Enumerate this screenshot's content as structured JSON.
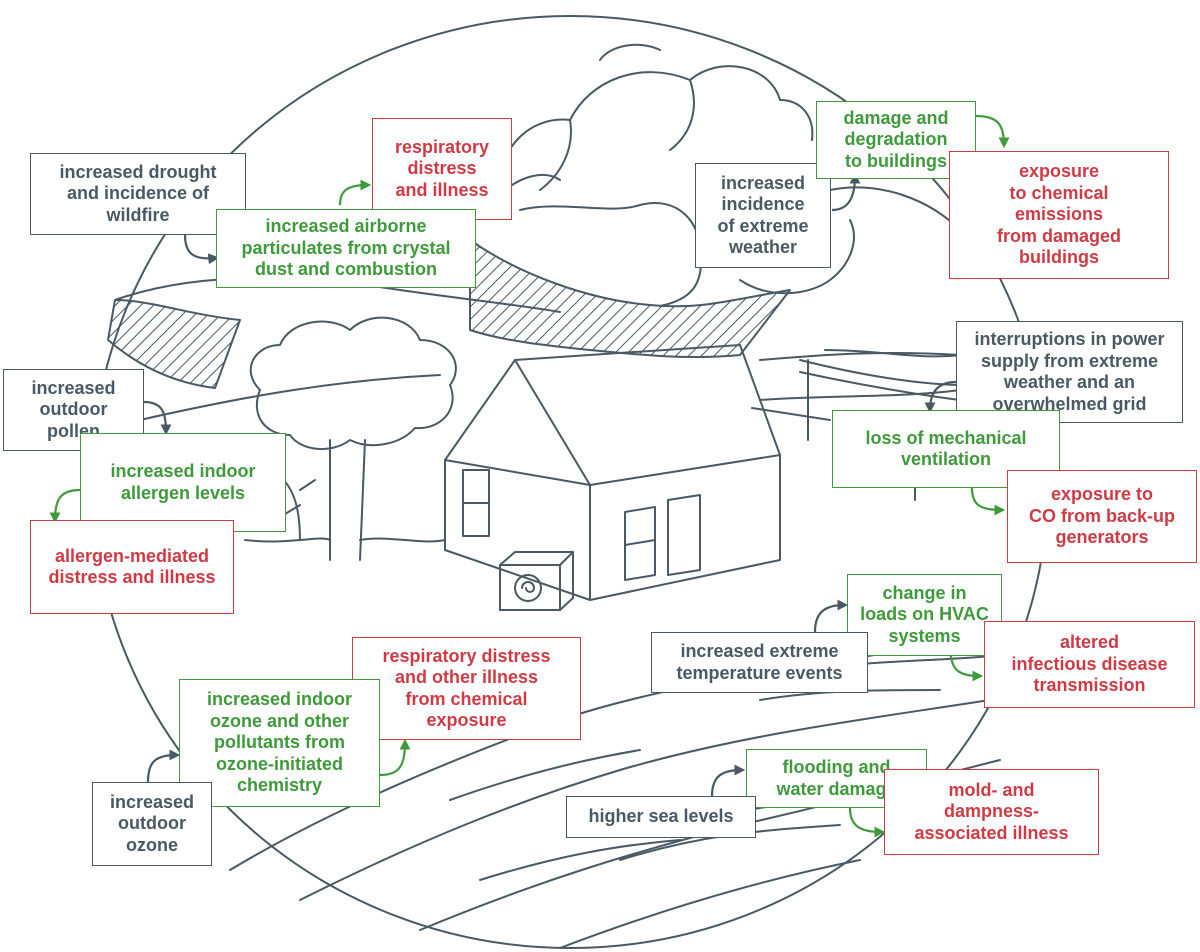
{
  "colors": {
    "cause": "#4a5963",
    "mechanism": "#3e9a3a",
    "impact": "#cf3b45",
    "line": "#4a5963"
  },
  "boxes": {
    "drought": "increased drought\nand incidence of\nwildfire",
    "resp_distress": "respiratory\ndistress\nand illness",
    "airborne": "increased airborne\nparticulates from crystal\ndust and combustion",
    "extreme_weather": "increased\nincidence\nof extreme\nweather",
    "damage_buildings": "damage and\ndegradation\nto buildings",
    "chem_emissions": "exposure\nto chemical\nemissions\nfrom damaged\nbuildings",
    "pollen": "increased\noutdoor\npollen",
    "power": "interruptions in power\nsupply from extreme\nweather and an\noverwhelmed grid",
    "indoor_allergen": "increased indoor\nallergen levels",
    "ventilation": "loss of mechanical\nventilation",
    "allergen_illness": "allergen-mediated\ndistress and illness",
    "co_exposure": "exposure to\nCO from back-up\ngenerators",
    "hvac": "change in\nloads on HVAC\nsystems",
    "resp_chemical": "respiratory distress\nand other illness\nfrom chemical\nexposure",
    "temp_events": "increased extreme\ntemperature events",
    "infectious": "altered\ninfectious disease\ntransmission",
    "indoor_ozone": "increased indoor\nozone and other\npollutants from\nozone-initiated\nchemistry",
    "flooding": "flooding and\nwater damage",
    "mold": "mold- and\ndampness-\nassociated illness",
    "sea_levels": "higher sea levels",
    "outdoor_ozone": "increased\noutdoor\nozone"
  }
}
